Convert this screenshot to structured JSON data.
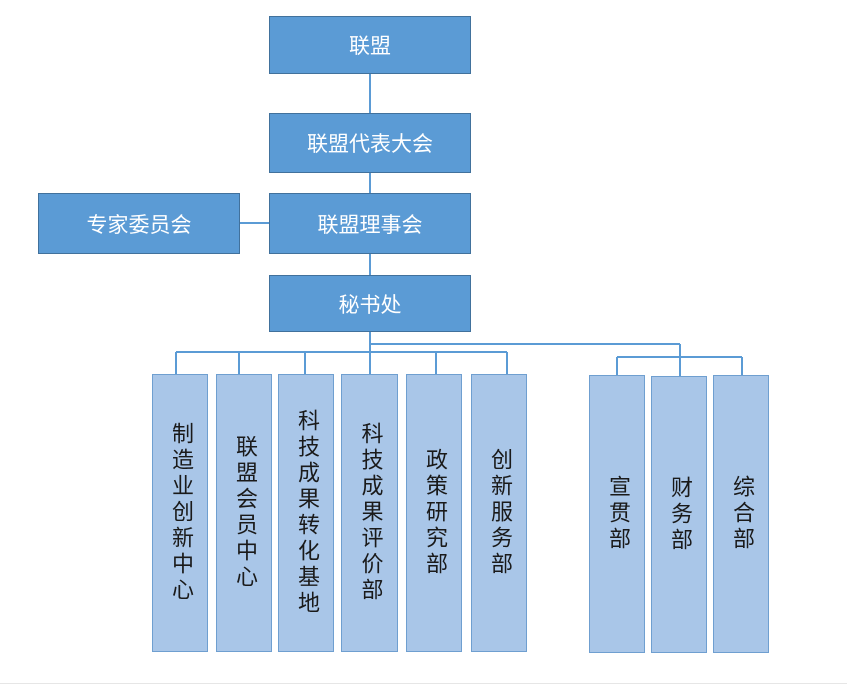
{
  "top": {
    "alliance": "联盟",
    "congress": "联盟代表大会",
    "council": "联盟理事会",
    "experts": "专家委员会",
    "secretariat": "秘书处"
  },
  "departments": [
    {
      "label": "制造业创新中心"
    },
    {
      "label": "联盟会员中心"
    },
    {
      "label": "科技成果转化基地"
    },
    {
      "label": "科技成果评价部"
    },
    {
      "label": "政策研究部"
    },
    {
      "label": "创新服务部"
    },
    {
      "label": "宣贯部"
    },
    {
      "label": "财务部"
    },
    {
      "label": "综合部"
    }
  ],
  "colors": {
    "main_fill": "#5b9bd5",
    "main_border": "#41719c",
    "dept_fill": "#a9c6e8",
    "line": "#5b9bd5"
  }
}
